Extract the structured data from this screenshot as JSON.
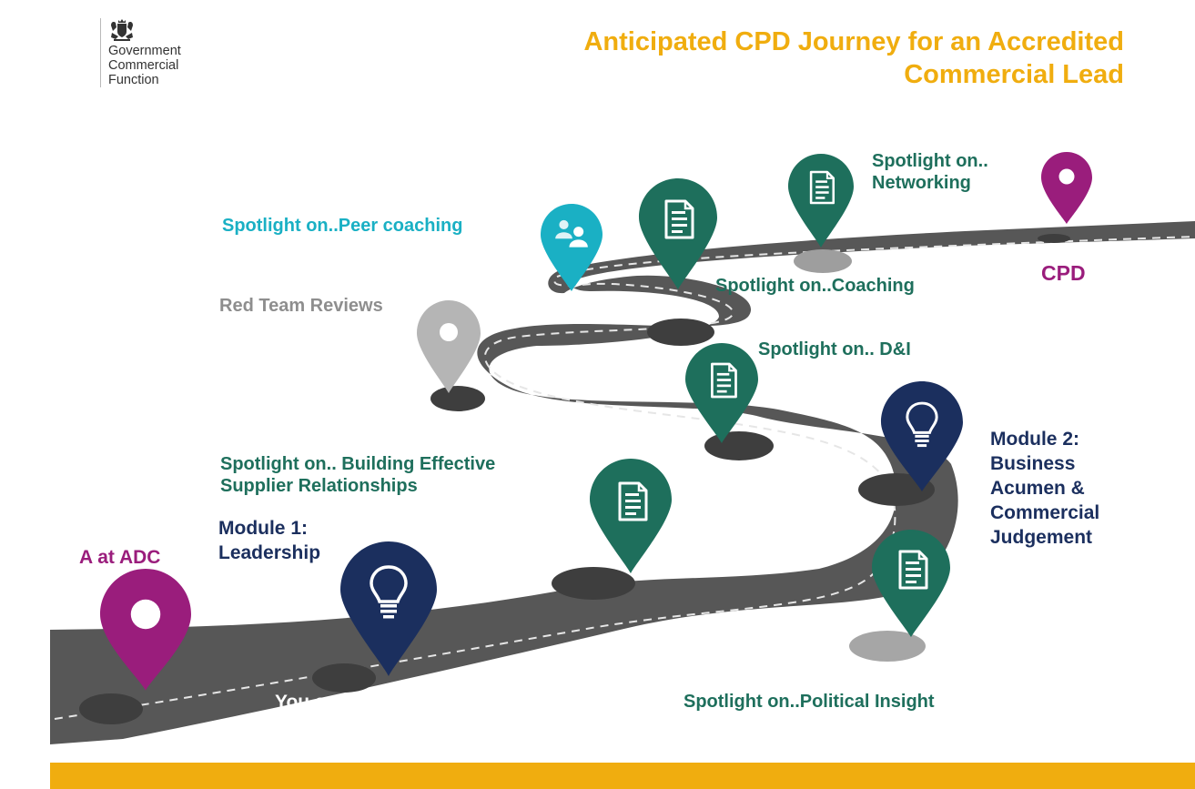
{
  "org": {
    "lines": [
      "Government",
      "Commercial",
      "Function"
    ],
    "crest_icon": "royal-coat-of-arms-icon"
  },
  "title": {
    "line1": "Anticipated CPD Journey for an Accredited",
    "line2": "Commercial Lead"
  },
  "milestones": {
    "start": "A at ADC",
    "end": "CPD",
    "you_are_here": "You are here",
    "module1": [
      "Module 1:",
      "Leadership"
    ],
    "module2": [
      "Module 2:",
      "Business",
      "Acumen &",
      "Commercial",
      "Judgement"
    ],
    "red_team": "Red Team Reviews",
    "peer_coaching": "Spotlight on..Peer coaching",
    "coaching": "Spotlight on..Coaching",
    "networking": [
      "Spotlight on..",
      "Networking"
    ],
    "dni": "Spotlight on.. D&I",
    "supplier": [
      "Spotlight on.. Building Effective",
      "Supplier Relationships"
    ],
    "political": "Spotlight on..Political Insight"
  },
  "icons": {
    "pin_marker": "map-pin-icon",
    "bulb": "lightbulb-icon",
    "document": "document-icon",
    "people": "people-icon"
  },
  "colors": {
    "accent": "#f0ad0f",
    "teal": "#1e6f5c",
    "cyan": "#1ab0c4",
    "navy": "#1b2f5e",
    "purple": "#9a1d7c",
    "grey_pin": "#b5b5b5",
    "road": "#575757"
  }
}
